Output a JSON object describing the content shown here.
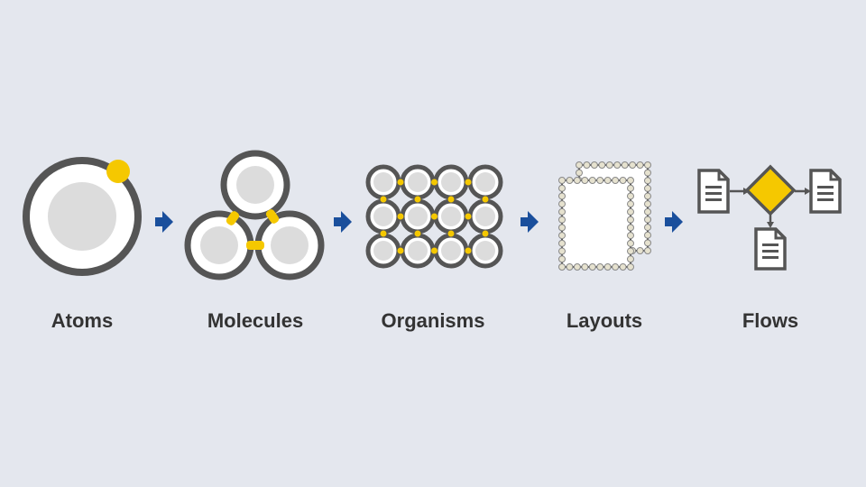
{
  "stages": [
    {
      "label": "Atoms"
    },
    {
      "label": "Molecules"
    },
    {
      "label": "Organisms"
    },
    {
      "label": "Layouts"
    },
    {
      "label": "Flows"
    }
  ],
  "colors": {
    "background": "#e4e7ee",
    "stroke": "#555555",
    "fill": "#dcdcdc",
    "accent": "#f5c800",
    "arrow": "#1a4f9c",
    "text": "#333333"
  }
}
